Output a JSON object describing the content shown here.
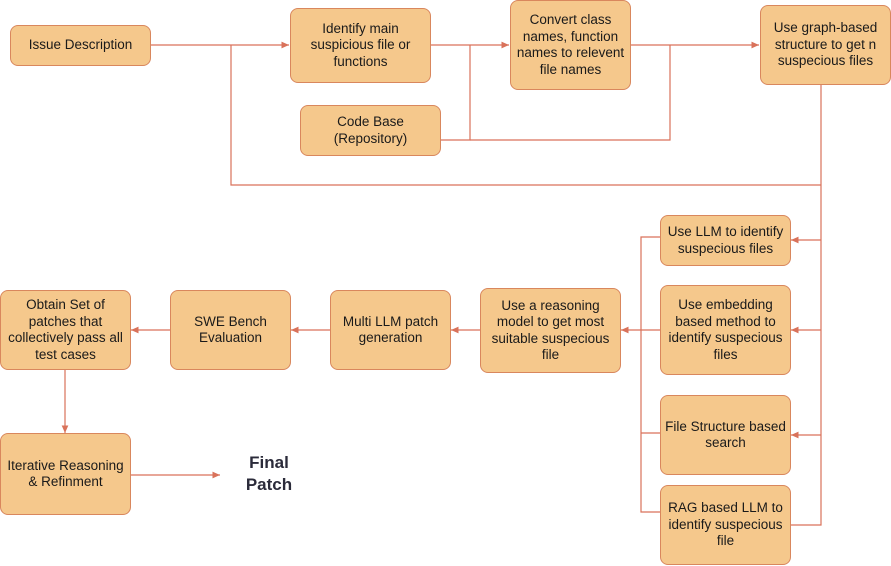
{
  "nodes": {
    "issue": "Issue Description",
    "identify": "Identify main suspicious file or functions",
    "convert": "Convert class names, function names to relevent file names",
    "graph": "Use graph-based structure to get n suspecious files",
    "codebase": "Code Base (Repository)",
    "llm_identify": "Use LLM to identify suspecious files",
    "embedding": "Use embedding based method to identify suspecious files",
    "file_structure": "File Structure based search",
    "rag": "RAG based LLM to identify suspecious file",
    "reasoning": "Use a reasoning model to get most suitable suspecious file",
    "multi_llm": "Multi LLM patch generation",
    "swe_bench": "SWE Bench Evaluation",
    "obtain": "Obtain Set of patches that collectively pass all test cases",
    "iterative": "Iterative Reasoning & Refinment",
    "final_patch": "Final Patch"
  },
  "colors": {
    "node_fill": "#f5c88c",
    "node_border": "#d9875d",
    "edge": "#d9725a"
  }
}
